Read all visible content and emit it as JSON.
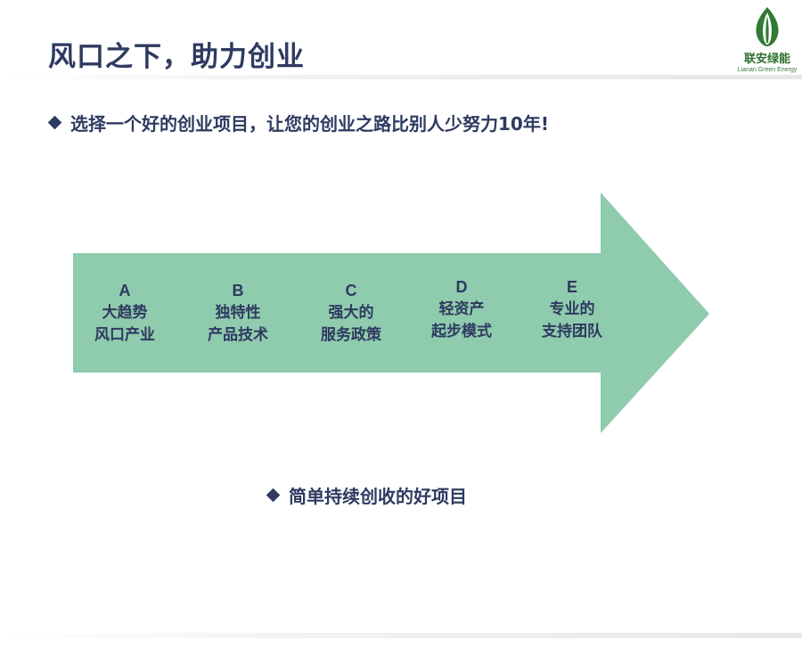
{
  "slide": {
    "title": "风口之下，助力创业",
    "bullet_main": "选择一个好的创业项目，让您的创业之路比别人少努力10年!",
    "bullet_bottom": "简单持续创收的好项目"
  },
  "logo": {
    "name_cn": "联安绿能",
    "name_en": "Lianan Green Energy",
    "icon": "leaf-icon",
    "color": "#2e6f2e"
  },
  "arrow": {
    "color": "#8fcbad",
    "steps": [
      {
        "letter": "A",
        "line1": "大趋势",
        "line2": "风口产业"
      },
      {
        "letter": "B",
        "line1": "独特性",
        "line2": "产品技术"
      },
      {
        "letter": "C",
        "line1": "强大的",
        "line2": "服务政策"
      },
      {
        "letter": "D",
        "line1": "轻资产",
        "line2": "起步模式"
      },
      {
        "letter": "E",
        "line1": "专业的",
        "line2": "支持团队"
      }
    ]
  },
  "colors": {
    "text": "#2e3a60",
    "arrow": "#8fcbad"
  }
}
